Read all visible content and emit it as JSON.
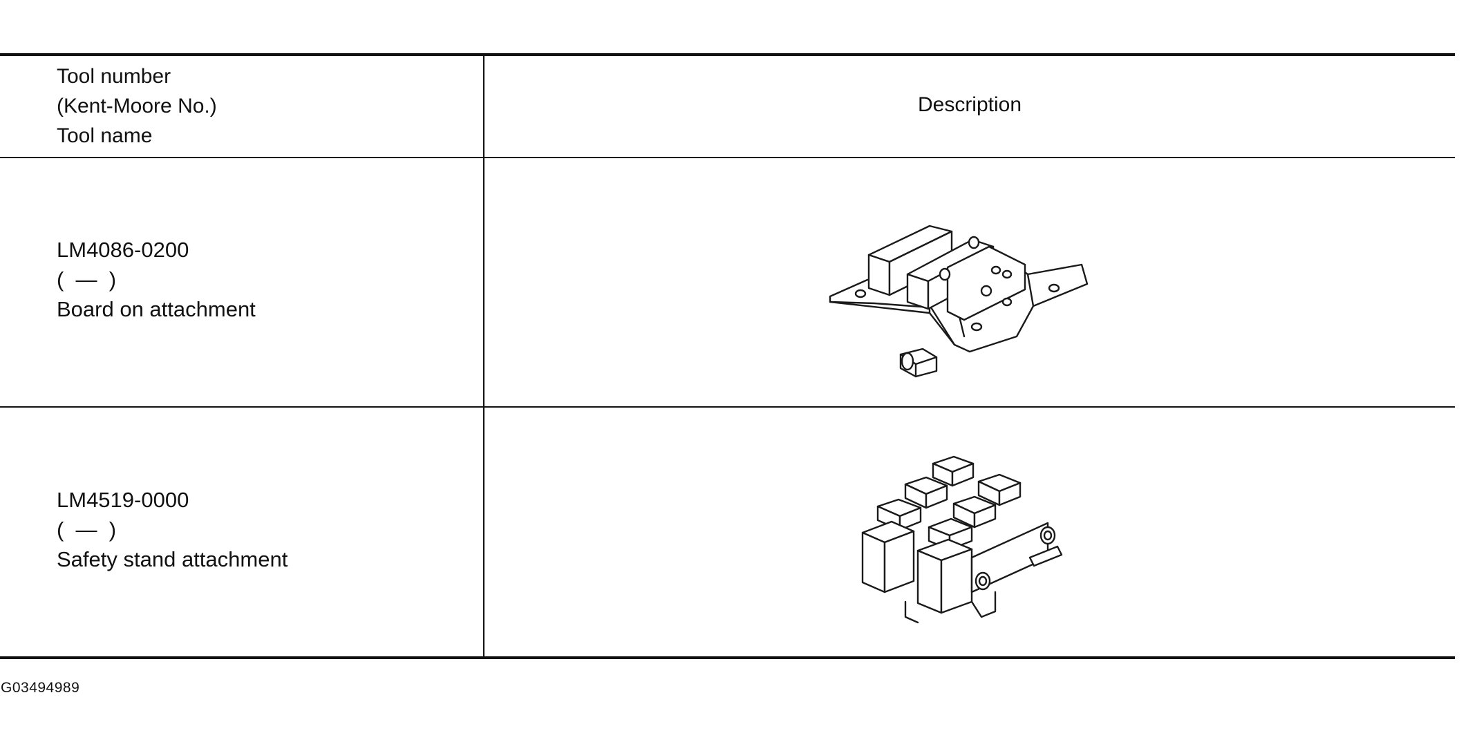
{
  "table": {
    "header": {
      "tool_column": [
        "Tool number",
        "(Kent-Moore No.)",
        "Tool name"
      ],
      "description_column": "Description"
    },
    "rows": [
      {
        "tool_number": "LM4086-0200",
        "kent_moore_no": "(  —  )",
        "tool_name": "Board on attachment",
        "figure_icon": "board-on-attachment-illustration"
      },
      {
        "tool_number": "LM4519-0000",
        "kent_moore_no": "(  —  )",
        "tool_name": "Safety stand attachment",
        "figure_icon": "safety-stand-attachment-illustration"
      }
    ]
  },
  "figure_code": "G03494989"
}
